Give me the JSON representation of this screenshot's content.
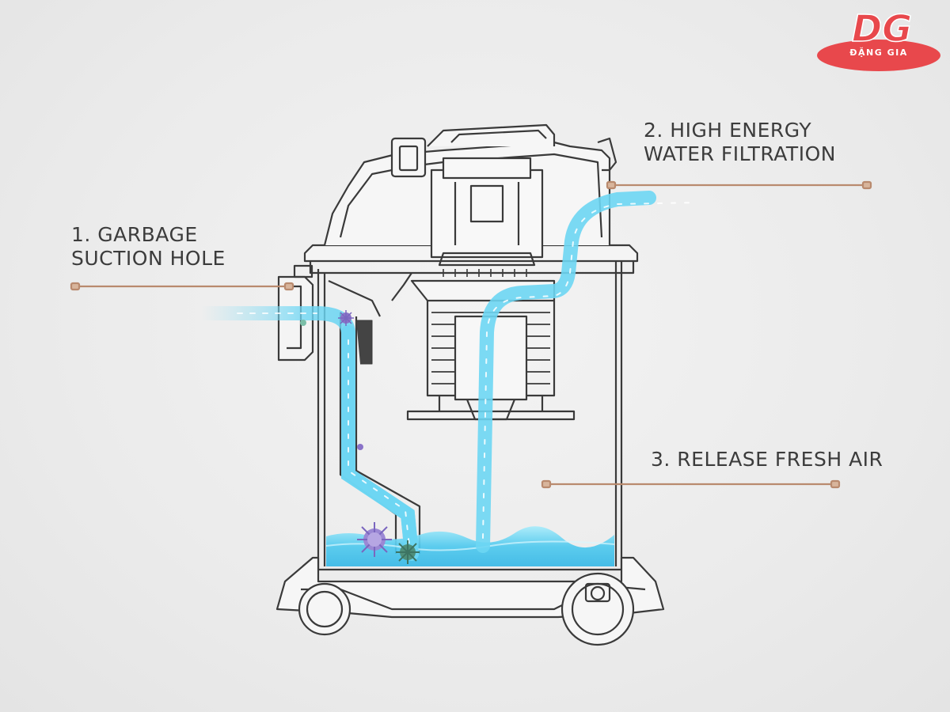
{
  "labels": {
    "garbage_suction": {
      "line1": "1. GARBAGE",
      "line2": "SUCTION HOLE"
    },
    "water_filtration": {
      "line1": "2. HIGH ENERGY",
      "line2": "WATER FILTRATION"
    },
    "fresh_air": {
      "line1": "3. RELEASE FRESH AIR"
    }
  },
  "logo": {
    "mark": "DG",
    "name": "ĐẶNG GIA"
  },
  "colors": {
    "outline": "#3a3a3a",
    "water": "#5fd0ee",
    "flow": "#7fdcf5",
    "pointer": "#b98a6e",
    "logo": "#e8484c",
    "germ": "#8a73c8"
  }
}
